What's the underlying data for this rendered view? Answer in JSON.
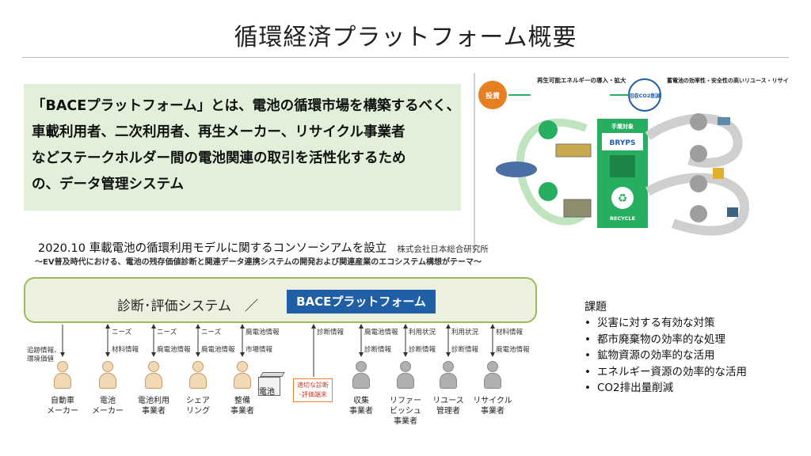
{
  "title": "循環経済プラットフォーム概要",
  "intro": {
    "lines": [
      "「BACEプラットフォーム」とは、電池の循環市場を構築するべく、",
      "車載利用者、二次利用者、再生メーカー、リサイクル事業者",
      "などステークホルダー間の電池関連の取引を活性化するため",
      "の、データ管理システム"
    ]
  },
  "figure": {
    "investment": "投資",
    "renewable_text": "再生可能エネルギーの導入・拡大",
    "co2_badge": "回収CO2削減",
    "efficiency_text": "蓄電池の効率性・安全性の高いリユース・リサイクル",
    "center_header": "手業対象",
    "brand": "BRYPS",
    "recycle": "RECYCLE",
    "colors": {
      "green": "#27ae60",
      "blue": "#1f5fa6",
      "orange": "#e67e22"
    }
  },
  "consortium": {
    "text": "2020.10 車載電池の循環利用モデルに関するコンソーシアムを設立",
    "org": "株式会社日本総合研究所",
    "subtitle": "～EV普及時代における、電池の残存価値診断と関連データ連携システムの開発および関連産業のエコシステム構想がテーマ～"
  },
  "platform": {
    "label": "診断･評価システム　／",
    "badge": "BACEプラットフォーム"
  },
  "connector_labels": {
    "tracking": "追跡情報、",
    "environment": "環境価値",
    "needs": "ニーズ",
    "material_info": "材料情報",
    "scrap_battery_info": "廃電池情報",
    "market_info": "市場情報",
    "diagnosis_info": "診断情報",
    "usage_status": "利用状況"
  },
  "actors": {
    "automaker": [
      "自動車",
      "メーカー"
    ],
    "battery_maker": [
      "電池",
      "メーカー"
    ],
    "battery_user": [
      "電池利用",
      "事業者"
    ],
    "sharing": [
      "シェア",
      "リング"
    ],
    "maintenance": [
      "整備",
      "事業者"
    ],
    "collection": [
      "収集",
      "事業者"
    ],
    "refurbish": [
      "リファー",
      "ビッシュ",
      "事業者"
    ],
    "reuse": [
      "リユース",
      "管理者"
    ],
    "recycle": [
      "リサイクル",
      "事業者"
    ]
  },
  "battery_label": "電池",
  "terminal_label": [
    "適切な診断",
    "･評価端末"
  ],
  "issues": {
    "title": "課題",
    "items": [
      "災害に対する有効な対策",
      "都市廃棄物の効率的な処理",
      "鉱物資源の効率的な活用",
      "エネルギー資源の効率的な活用",
      "CO2排出量削減"
    ]
  }
}
